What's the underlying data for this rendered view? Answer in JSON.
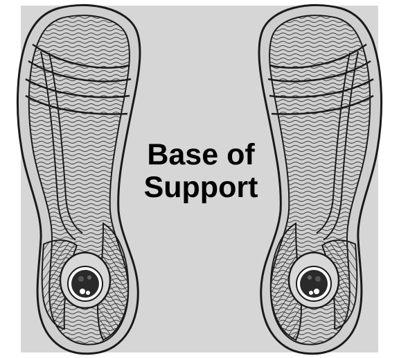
{
  "caption": {
    "line1": "Base of",
    "line2": "Support"
  },
  "colors": {
    "support_area": "#d6d6d6",
    "sole_fill": "#d3d3d3",
    "outline": "#1a1a1a",
    "background": "#ffffff"
  },
  "icons": {
    "left_footprint": "shoe-sole-left",
    "right_footprint": "shoe-sole-right"
  }
}
